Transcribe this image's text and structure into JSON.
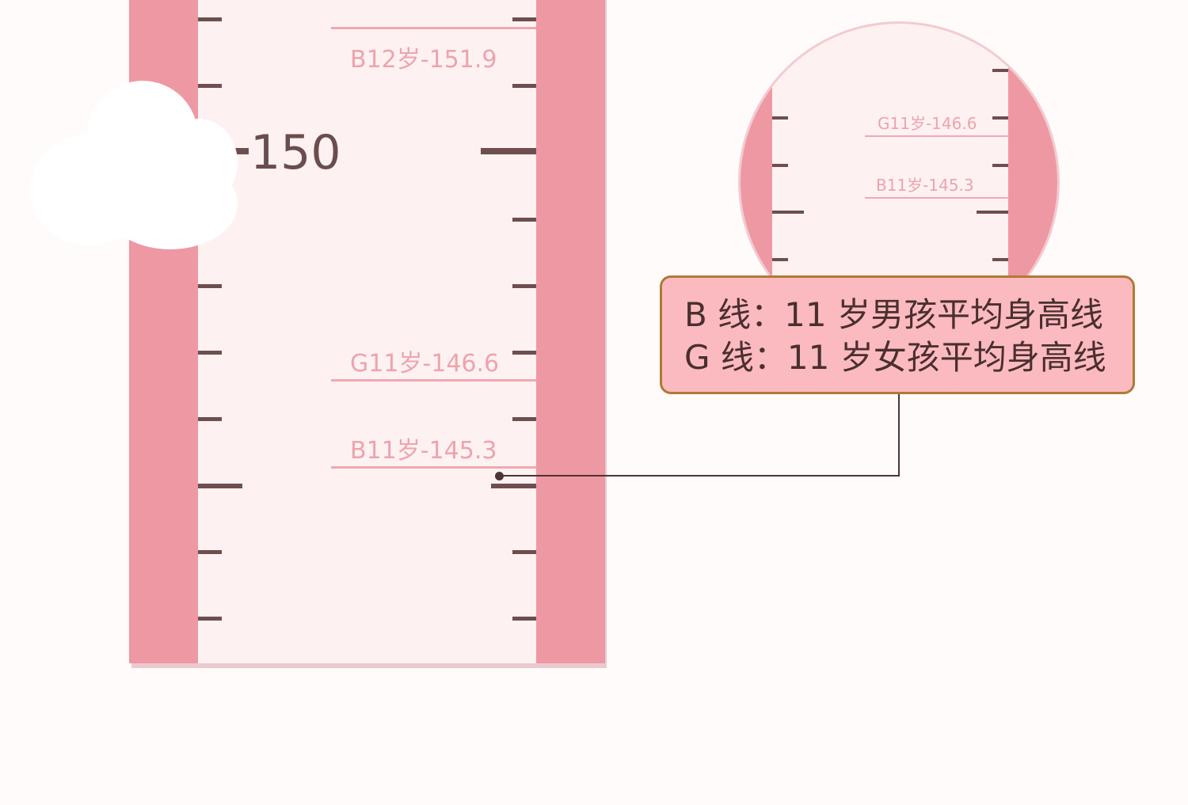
{
  "ruler": {
    "major_number": "150",
    "marks": [
      {
        "id": "b12",
        "label": "B12岁-151.9"
      },
      {
        "id": "g11",
        "label": "G11岁-146.6"
      },
      {
        "id": "b11",
        "label": "B11岁-145.3"
      }
    ]
  },
  "zoom": {
    "marks": [
      {
        "id": "g11",
        "label": "G11岁-146.6"
      },
      {
        "id": "b11",
        "label": "B11岁-145.3"
      }
    ]
  },
  "callout": {
    "line1": "B 线：11 岁男孩平均身高线",
    "line2": "G 线：11 岁女孩平均身高线"
  },
  "colors": {
    "ruler_pink": "#ee98a3",
    "ruler_face": "#fdf2f1",
    "tick": "#6e4e4e",
    "mark": "#eea3ad",
    "callout_bg": "#fbbac0",
    "callout_border": "#b07a34"
  }
}
